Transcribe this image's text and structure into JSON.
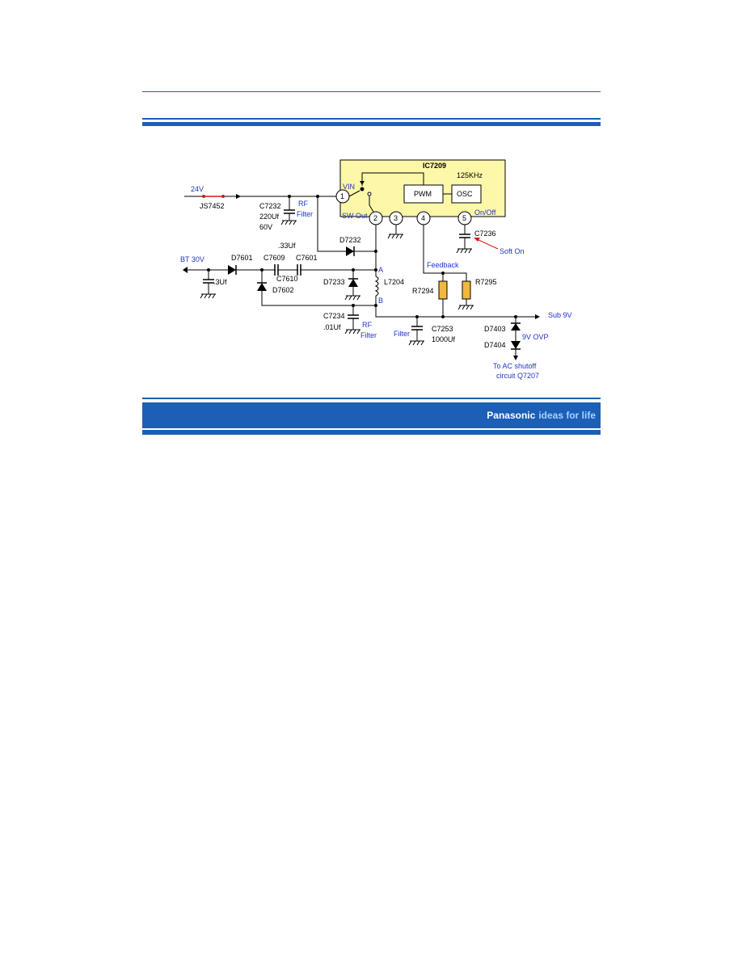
{
  "colors": {
    "brand": "#1b5fb6",
    "ic_fill": "#fdf7a8",
    "label_blue": "#2033c8",
    "resistor": "#f0b93a",
    "arrow_red": "#d81919"
  },
  "ic": {
    "name": "IC7209",
    "freq": "125KHz",
    "pwm": "PWM",
    "osc": "OSC",
    "vin": "VIN",
    "sw_out": "SW Out",
    "on_off": "On/Off",
    "pins": [
      "1",
      "2",
      "3",
      "4",
      "5"
    ]
  },
  "labels": {
    "v24": "24V",
    "js7452": "JS7452",
    "c7232": "C7232",
    "c7232_val": "220Uf",
    "c7232_v": "60V",
    "rf_filter_1a": "RF",
    "rf_filter_1b": "Filter",
    "cap_33": ".33Uf",
    "d7232": "D7232",
    "bt30v": "BT 30V",
    "d7601": "D7601",
    "c7609": "C7609",
    "c7601": "C7601",
    "c7610": "C7610",
    "cap_3uf": ".3Uf",
    "d7602": "D7602",
    "d7233": "D7233",
    "node_a": "A",
    "node_b": "B",
    "l7204": "L7204",
    "c7234": "C7234",
    "c7234_val": ".01Uf",
    "rf_filter_2a": "RF",
    "rf_filter_2b": "Filter",
    "feedback": "Feedback",
    "r7294": "R7294",
    "r7295": "R7295",
    "c7236": "C7236",
    "soft_on": "Soft On",
    "filter": "Filter",
    "c7253": "C7253",
    "c7253_val": "1000Uf",
    "sub9v": "Sub 9V",
    "d7403": "D7403",
    "d7404": "D7404",
    "ovp": "9V OVP",
    "shutoff_1": "To AC shutoff",
    "shutoff_2": "circuit Q7207"
  },
  "footer": {
    "brand": "Panasonic",
    "tagline": "ideas for life"
  }
}
